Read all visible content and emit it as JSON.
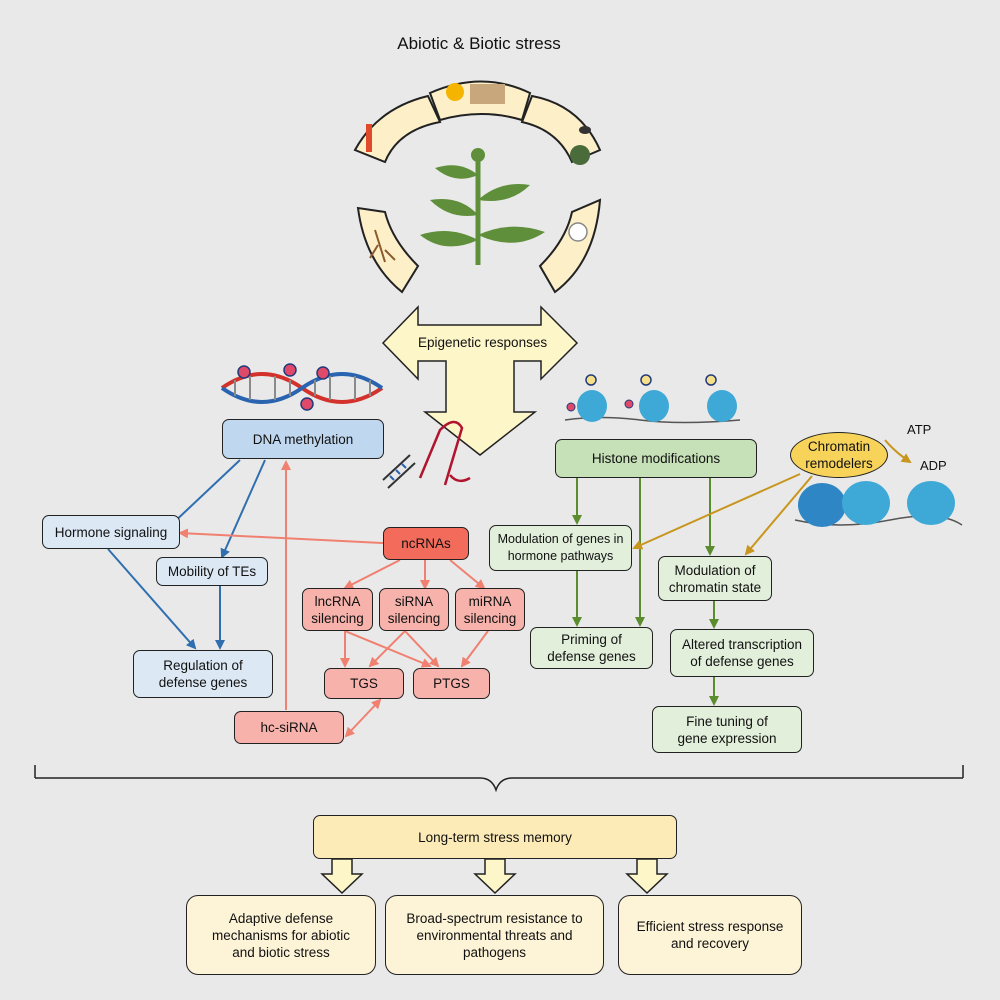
{
  "title": "Abiotic & Biotic stress",
  "center_label": "Epigenetic responses",
  "dna_methylation": {
    "header": "DNA methylation",
    "hormone": "Hormone signaling",
    "mobility": "Mobility of TEs",
    "regulation": "Regulation of\ndefense genes"
  },
  "ncrna": {
    "header": "ncRNAs",
    "lnc": "lncRNA\nsilencing",
    "si": "siRNA\nsilencing",
    "mi": "miRNA\nsilencing",
    "tgs": "TGS",
    "ptgs": "PTGS",
    "hc": "hc-siRNA"
  },
  "histone": {
    "header": "Histone modifications",
    "modulation_hormone": "Modulation of genes in\nhormone pathways",
    "priming": "Priming of\ndefense genes",
    "modulation_chromatin": "Modulation of\nchromatin state",
    "altered": "Altered transcription\nof defense genes",
    "fine_tuning": "Fine tuning of\ngene expression"
  },
  "chromatin": {
    "remodelers": "Chromatin\nremodelers",
    "atp": "ATP",
    "adp": "ADP"
  },
  "memory": {
    "header": "Long-term stress memory",
    "adaptive": "Adaptive defense\nmechanisms for abiotic\nand biotic stress",
    "broad": "Broad-spectrum resistance to\nenvironmental threats and\npathogens",
    "efficient": "Efficient stress response\nand recovery"
  },
  "colors": {
    "blue_arrow": "#2f6fb0",
    "pink_arrow": "#f08070",
    "green_arrow": "#5b8c2e",
    "gold_arrow": "#c8961e",
    "background": "#e9e9e9"
  }
}
